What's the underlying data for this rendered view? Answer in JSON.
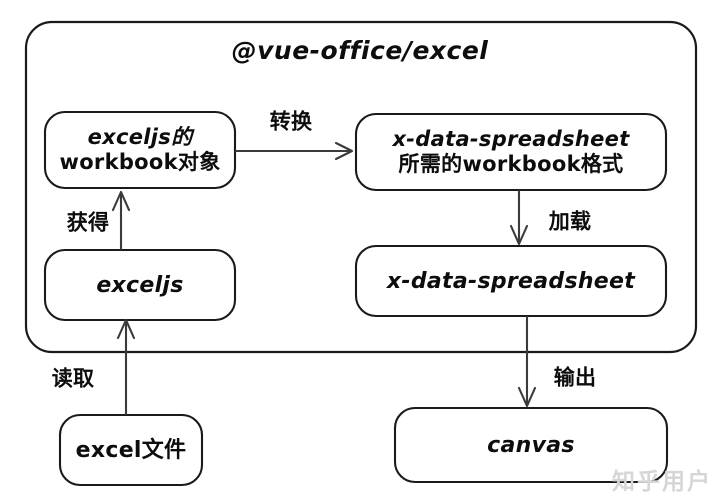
{
  "diagram": {
    "title": "@vue-office/excel",
    "container_label": "@vue-office/excel",
    "watermark": "知乎用户",
    "colors": {
      "background": "#ffffff",
      "stroke": "#1a1a1a",
      "arrow": "#3b3b3b",
      "text": "#0d0d0d",
      "watermark": "#d6d6d6"
    },
    "nodes": [
      {
        "id": "exceljs-workbook",
        "line1": "exceljs的",
        "line2": "workbook对象"
      },
      {
        "id": "xdata-workbook-format",
        "line1": "x-data-spreadsheet",
        "line2": "所需的workbook格式"
      },
      {
        "id": "exceljs",
        "line1": "exceljs",
        "line2": ""
      },
      {
        "id": "x-data-spreadsheet",
        "line1": "x-data-spreadsheet",
        "line2": ""
      },
      {
        "id": "excel-file",
        "line1": "excel文件",
        "line2": ""
      },
      {
        "id": "canvas",
        "line1": "canvas",
        "line2": ""
      }
    ],
    "edges": [
      {
        "id": "convert",
        "label": "转换",
        "from": "exceljs-workbook",
        "to": "xdata-workbook-format"
      },
      {
        "id": "obtain",
        "label": "获得",
        "from": "exceljs",
        "to": "exceljs-workbook"
      },
      {
        "id": "load",
        "label": "加载",
        "from": "xdata-workbook-format",
        "to": "x-data-spreadsheet"
      },
      {
        "id": "read",
        "label": "读取",
        "from": "excel-file",
        "to": "exceljs"
      },
      {
        "id": "output",
        "label": "输出",
        "from": "x-data-spreadsheet",
        "to": "canvas"
      }
    ]
  }
}
